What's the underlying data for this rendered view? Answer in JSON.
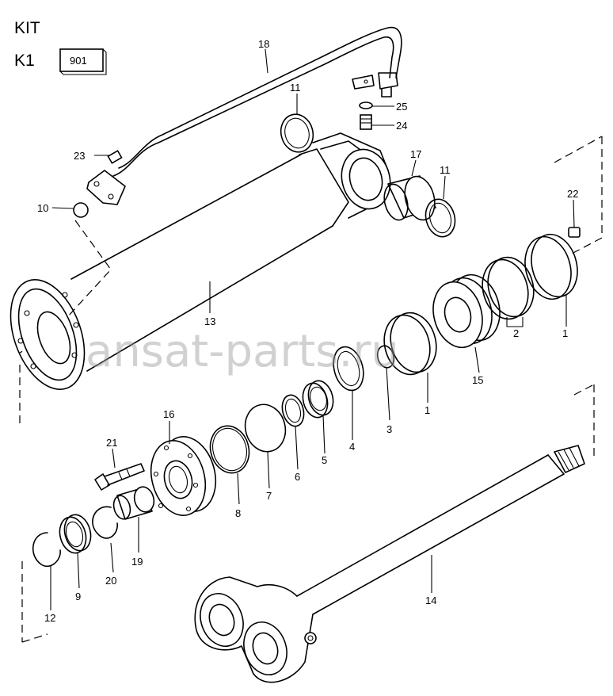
{
  "header": {
    "kit_label": "KIT",
    "k1_label": "K1",
    "kit_box_code": "901"
  },
  "corner_code": "",
  "watermark": "ansat-parts.ru",
  "callouts": {
    "c1a": "1",
    "c1b": "1",
    "c2": "2",
    "c3": "3",
    "c4": "4",
    "c5": "5",
    "c6": "6",
    "c7": "7",
    "c8": "8",
    "c9": "9",
    "c10": "10",
    "c11a": "11",
    "c11b": "11",
    "c12": "12",
    "c13": "13",
    "c14": "14",
    "c15": "15",
    "c16": "16",
    "c17": "17",
    "c18": "18",
    "c19": "19",
    "c20": "20",
    "c21": "21",
    "c22": "22",
    "c23": "23",
    "c24": "24",
    "c25": "25"
  }
}
